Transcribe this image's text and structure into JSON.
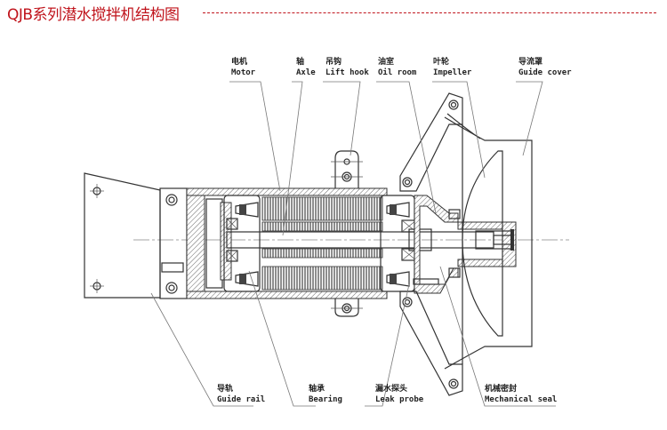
{
  "header": {
    "title": "QJB系列潜水搅拌机结构图",
    "accent_color": "#c0141c"
  },
  "diagram": {
    "labels": {
      "motor": {
        "cn": "电机",
        "en": "Motor"
      },
      "axle": {
        "cn": "轴",
        "en": "Axle"
      },
      "lift_hook": {
        "cn": "吊钩",
        "en": "Lift hook"
      },
      "oil_room": {
        "cn": "油室",
        "en": "Oil room"
      },
      "impeller": {
        "cn": "叶轮",
        "en": "Impeller"
      },
      "guide_cover": {
        "cn": "导流罩",
        "en": "Guide cover"
      },
      "guide_rail": {
        "cn": "导轨",
        "en": "Guide rail"
      },
      "bearing": {
        "cn": "轴承",
        "en": "Bearing"
      },
      "leak_probe": {
        "cn": "漏水探头",
        "en": "Leak probe"
      },
      "mechanical_seal": {
        "cn": "机械密封",
        "en": "Mechanical seal"
      }
    }
  }
}
